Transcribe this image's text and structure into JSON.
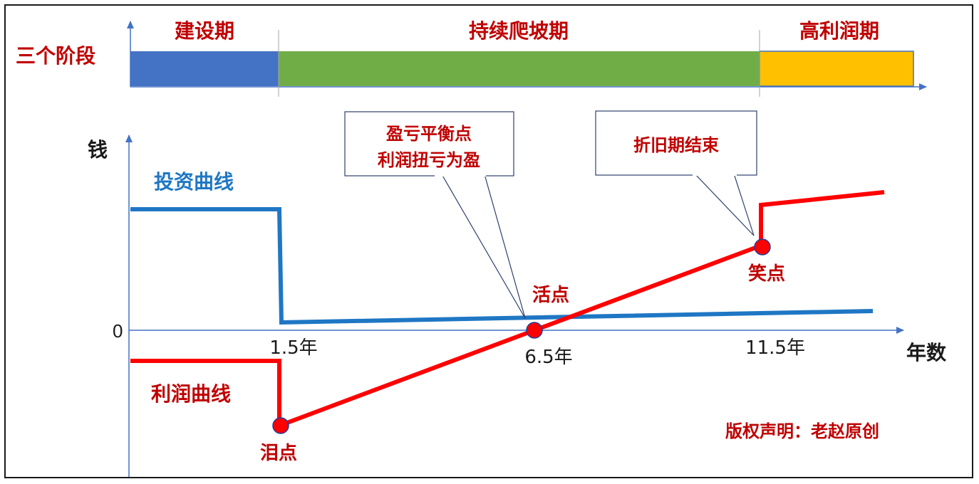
{
  "stages": {
    "row_label": "三个阶段",
    "items": [
      {
        "label": "建设期",
        "color": "#4472c4"
      },
      {
        "label": "持续爬坡期",
        "color": "#70ad47"
      },
      {
        "label": "高利润期",
        "color": "#ffc000"
      }
    ]
  },
  "axes": {
    "y_label": "钱",
    "x_label": "年数",
    "zero_label": "0",
    "x_ticks": [
      "1.5年",
      "6.5年",
      "11.5年"
    ]
  },
  "curves": {
    "investment": {
      "label": "投资曲线",
      "color": "#1f77c4"
    },
    "profit": {
      "label": "利润曲线",
      "color": "#ff0000"
    }
  },
  "points": {
    "tear": "泪点",
    "live": "活点",
    "smile": "笑点"
  },
  "callouts": {
    "breakeven_line1": "盈亏平衡点",
    "breakeven_line2": "利润扭亏为盈",
    "depreciation_end": "折旧期结束"
  },
  "copyright": "版权声明：老赵原创",
  "colors": {
    "label_red": "#c00000",
    "label_blue": "#1f77c4",
    "axis": "#4472c4",
    "dark_text": "#1a1a1a"
  }
}
